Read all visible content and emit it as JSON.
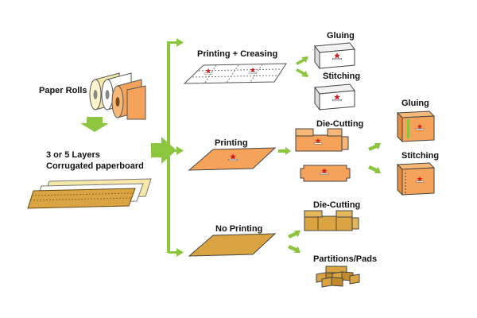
{
  "labels": {
    "paper_rolls": "Paper Rolls",
    "layers_line1": "3 or 5 Layers",
    "layers_line2": "Corrugated paperboard",
    "printing_creasing": "Printing + Creasing",
    "printing": "Printing",
    "no_printing": "No Printing",
    "gluing_1": "Gluing",
    "stitching_1": "Stitching",
    "die_cutting_1": "Die-Cutting",
    "gluing_2": "Gluing",
    "stitching_2": "Stitching",
    "die_cutting_2": "Die-Cutting",
    "partitions_pads": "Partitions/Pads"
  },
  "colors": {
    "arrow_green": "#8cc63f",
    "board_orange": "#f5a35b",
    "board_kraft": "#d9a441",
    "paper_cream": "#f7e7a9",
    "logo_red": "#d8181d",
    "line_dark": "#333333"
  },
  "icons": [
    "paper-rolls-icon",
    "corrugated-board-icon",
    "flat-printed-sheet-icon",
    "white-box-icon",
    "orange-box-icon",
    "blank-die-cut-icon",
    "kraft-box-icon",
    "partition-pads-icon"
  ]
}
